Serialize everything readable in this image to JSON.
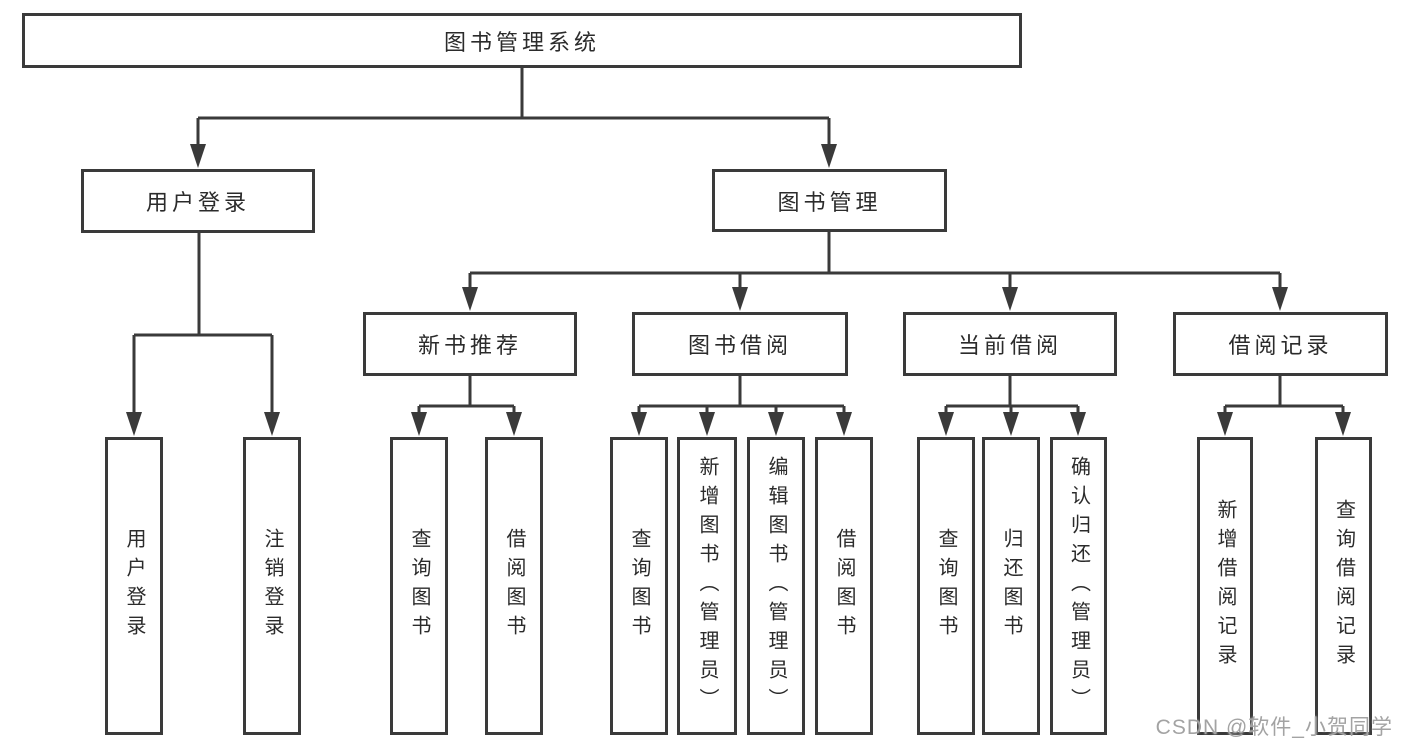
{
  "diagram_title": "图书管理系统",
  "tree": {
    "label": "图书管理系统",
    "children": [
      {
        "label": "用户登录",
        "children": [
          {
            "label": "用户登录"
          },
          {
            "label": "注销登录"
          }
        ]
      },
      {
        "label": "图书管理",
        "children": [
          {
            "label": "新书推荐",
            "children": [
              {
                "label": "查询图书"
              },
              {
                "label": "借阅图书"
              }
            ]
          },
          {
            "label": "图书借阅",
            "children": [
              {
                "label": "查询图书"
              },
              {
                "label": "新增图书（管理员）"
              },
              {
                "label": "编辑图书（管理员）"
              },
              {
                "label": "借阅图书"
              }
            ]
          },
          {
            "label": "当前借阅",
            "children": [
              {
                "label": "查询图书"
              },
              {
                "label": "归还图书"
              },
              {
                "label": "确认归还（管理员）"
              }
            ]
          },
          {
            "label": "借阅记录",
            "children": [
              {
                "label": "新增借阅记录"
              },
              {
                "label": "查询借阅记录"
              }
            ]
          }
        ]
      }
    ]
  },
  "watermark": "CSDN @软件_小贺同学",
  "colors": {
    "line": "#3a3a3a",
    "box_border": "#3a3a3a",
    "text": "#2b2b2b",
    "watermark": "#a3a3a3",
    "background": "#ffffff"
  }
}
